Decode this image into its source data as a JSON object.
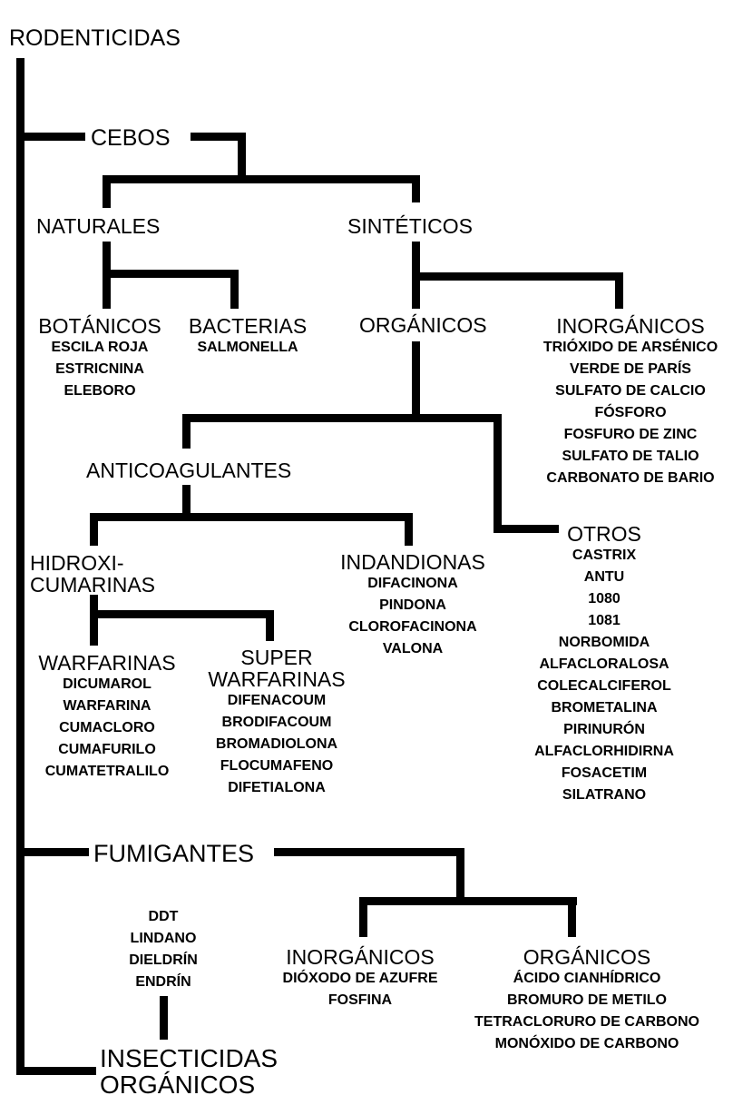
{
  "root": "RODENTICIDAS",
  "cebos": "CEBOS",
  "naturales": "NATURALES",
  "sinteticos": "SINTÉTICOS",
  "botanicos": {
    "title": "BOTÁNICOS",
    "items": [
      "ESCILA ROJA",
      "ESTRICNINA",
      "ELEBORO"
    ]
  },
  "bacterias": {
    "title": "BACTERIAS",
    "items": [
      "SALMONELLA"
    ]
  },
  "organicos": "ORGÁNICOS",
  "inorganicos": {
    "title": "INORGÁNICOS",
    "items": [
      "TRIÓXIDO DE ARSÉNICO",
      "VERDE DE PARÍS",
      "SULFATO DE CALCIO",
      "FÓSFORO",
      "FOSFURO DE ZINC",
      "SULFATO DE TALIO",
      "CARBONATO DE BARIO"
    ]
  },
  "anticoagulantes": "ANTICOAGULANTES",
  "hidroxi": [
    "HIDROXI-",
    "CUMARINAS"
  ],
  "indandionas": {
    "title": "INDANDIONAS",
    "items": [
      "DIFACINONA",
      "PINDONA",
      "CLOROFACINONA",
      "VALONA"
    ]
  },
  "otros": {
    "title": "OTROS",
    "items": [
      "CASTRIX",
      "ANTU",
      "1080",
      "1081",
      "NORBOMIDA",
      "ALFACLORALOSA",
      "COLECALCIFEROL",
      "BROMETALINA",
      "PIRINURÓN",
      "ALFACLORHIDIRNA",
      "FOSACETIM",
      "SILATRANO"
    ]
  },
  "warfarinas": {
    "title": "WARFARINAS",
    "items": [
      "DICUMAROL",
      "WARFARINA",
      "CUMACLORO",
      "CUMAFURILO",
      "CUMATETRALILO"
    ]
  },
  "superwarfarinas": {
    "title": [
      "SUPER",
      "WARFARINAS"
    ],
    "items": [
      "DIFENACOUM",
      "BRODIFACOUM",
      "BROMADIOLONA",
      "FLOCUMAFENO",
      "DIFETIALONA"
    ]
  },
  "fumigantes": "FUMIGANTES",
  "fum_inorganicos": {
    "title": "INORGÁNICOS",
    "items": [
      "DIÓXODO DE AZUFRE",
      "FOSFINA"
    ]
  },
  "fum_organicos": {
    "title": "ORGÁNICOS",
    "items": [
      "ÁCIDO CIANHÍDRICO",
      "BROMURO DE METILO",
      "TETRACLORURO DE CARBONO",
      "MONÓXIDO DE CARBONO"
    ]
  },
  "insecticidas_items": [
    "DDT",
    "LINDANO",
    "DIELDRÍN",
    "ENDRÍN"
  ],
  "insecticidas": [
    "INSECTICIDAS",
    "ORGÁNICOS"
  ]
}
